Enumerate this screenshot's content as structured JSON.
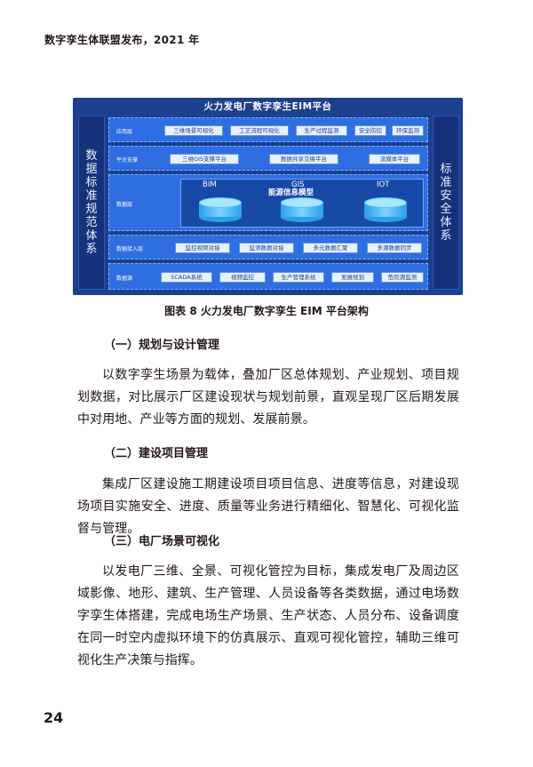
{
  "header": {
    "running_title": "数字孪生体联盟发布，2021 年"
  },
  "figure": {
    "title": "火力发电厂数字孪生EIM平台",
    "left_panel": "数据标准规范体系",
    "right_panel": "标准安全体系",
    "layers": {
      "application": {
        "label": "应用层",
        "items": [
          "三维场景可视化",
          "工艺流程可视化",
          "生产过程监测",
          "安全防控",
          "环保监测"
        ]
      },
      "platform": {
        "label": "平台支撑",
        "items": [
          "三维GIS支撑平台",
          "数据共享交换平台",
          "流媒体平台"
        ]
      },
      "data": {
        "label": "数据层",
        "inner_title": "能源信息模型",
        "heads": [
          "BIM",
          "GIS",
          "IOT"
        ]
      },
      "access": {
        "label": "数据接入层",
        "items": [
          "监控视频对接",
          "监测数据对接",
          "多元数据汇聚",
          "多源数据同步"
        ]
      },
      "source": {
        "label": "数据源",
        "items": [
          "SCADA系统",
          "视频监控",
          "生产管理系统",
          "发展规划",
          "危险源监测"
        ]
      }
    },
    "caption": "图表 8 火力发电厂数字孪生 EIM 平台架构"
  },
  "sections": [
    {
      "heading": "（一）规划与设计管理",
      "body": "以数字孪生场景为载体，叠加厂区总体规划、产业规划、项目规划数据，对比展示厂区建设现状与规划前景，直观呈现厂区后期发展中对用地、产业等方面的规划、发展前景。"
    },
    {
      "heading": "（二）建设项目管理",
      "body": "集成厂区建设施工期建设项目项目信息、进度等信息，对建设现场项目实施安全、进度、质量等业务进行精细化、智慧化、可视化监督与管理。"
    },
    {
      "heading": "（三）电厂场景可视化",
      "body": "以发电厂三维、全景、可视化管控为目标，集成发电厂及周边区域影像、地形、建筑、生产管理、人员设备等各类数据，通过电场数字孪生体搭建，完成电场生产场景、生产状态、人员分布、设备调度在同一时空内虚拟环境下的仿真展示、直观可视化管控，辅助三维可视化生产决策与指挥。"
    }
  ],
  "footer": {
    "page_number": "24"
  }
}
